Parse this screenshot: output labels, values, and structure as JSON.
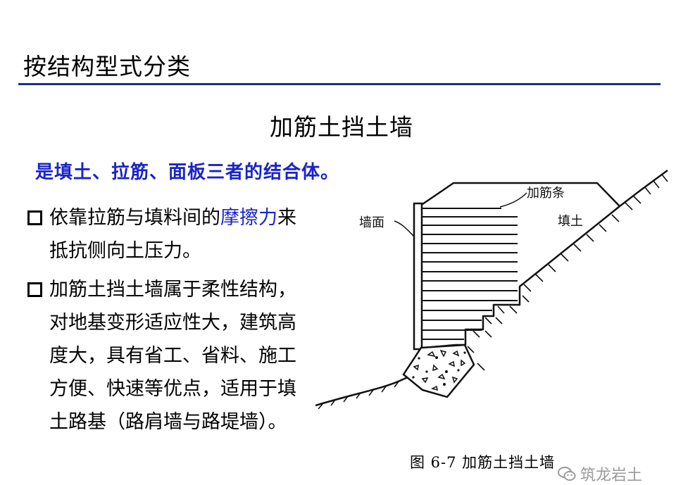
{
  "slide": {
    "title": "按结构型式分类",
    "section_title": "加筋土挡土墙",
    "intro": "是填土、拉筋、面板三者的结合体。"
  },
  "bullets": [
    {
      "before": "依靠拉筋与填料间的",
      "highlight": "摩擦力",
      "after": "来抵抗侧向土压力。"
    },
    {
      "text": "加筋土挡土墙属于柔性结构，对地基变形适应性大，建筑高度大，具有省工、省料、施工方便、快速等优点，适用于填土路基（路肩墙与路堤墙）。"
    }
  ],
  "figure": {
    "labels": {
      "wall_face": "墙面",
      "reinforcement": "加筋条",
      "fill": "填土"
    },
    "caption": "图 6-7   加筋土挡土墙"
  },
  "watermark": {
    "text": "筑龙岩土",
    "icon": "wechat-bubble-icon"
  },
  "colors": {
    "accent_blue": "#1a24c8",
    "rule_blue": "#1f2b8f",
    "watermark_gray": "#9a9a9a"
  }
}
